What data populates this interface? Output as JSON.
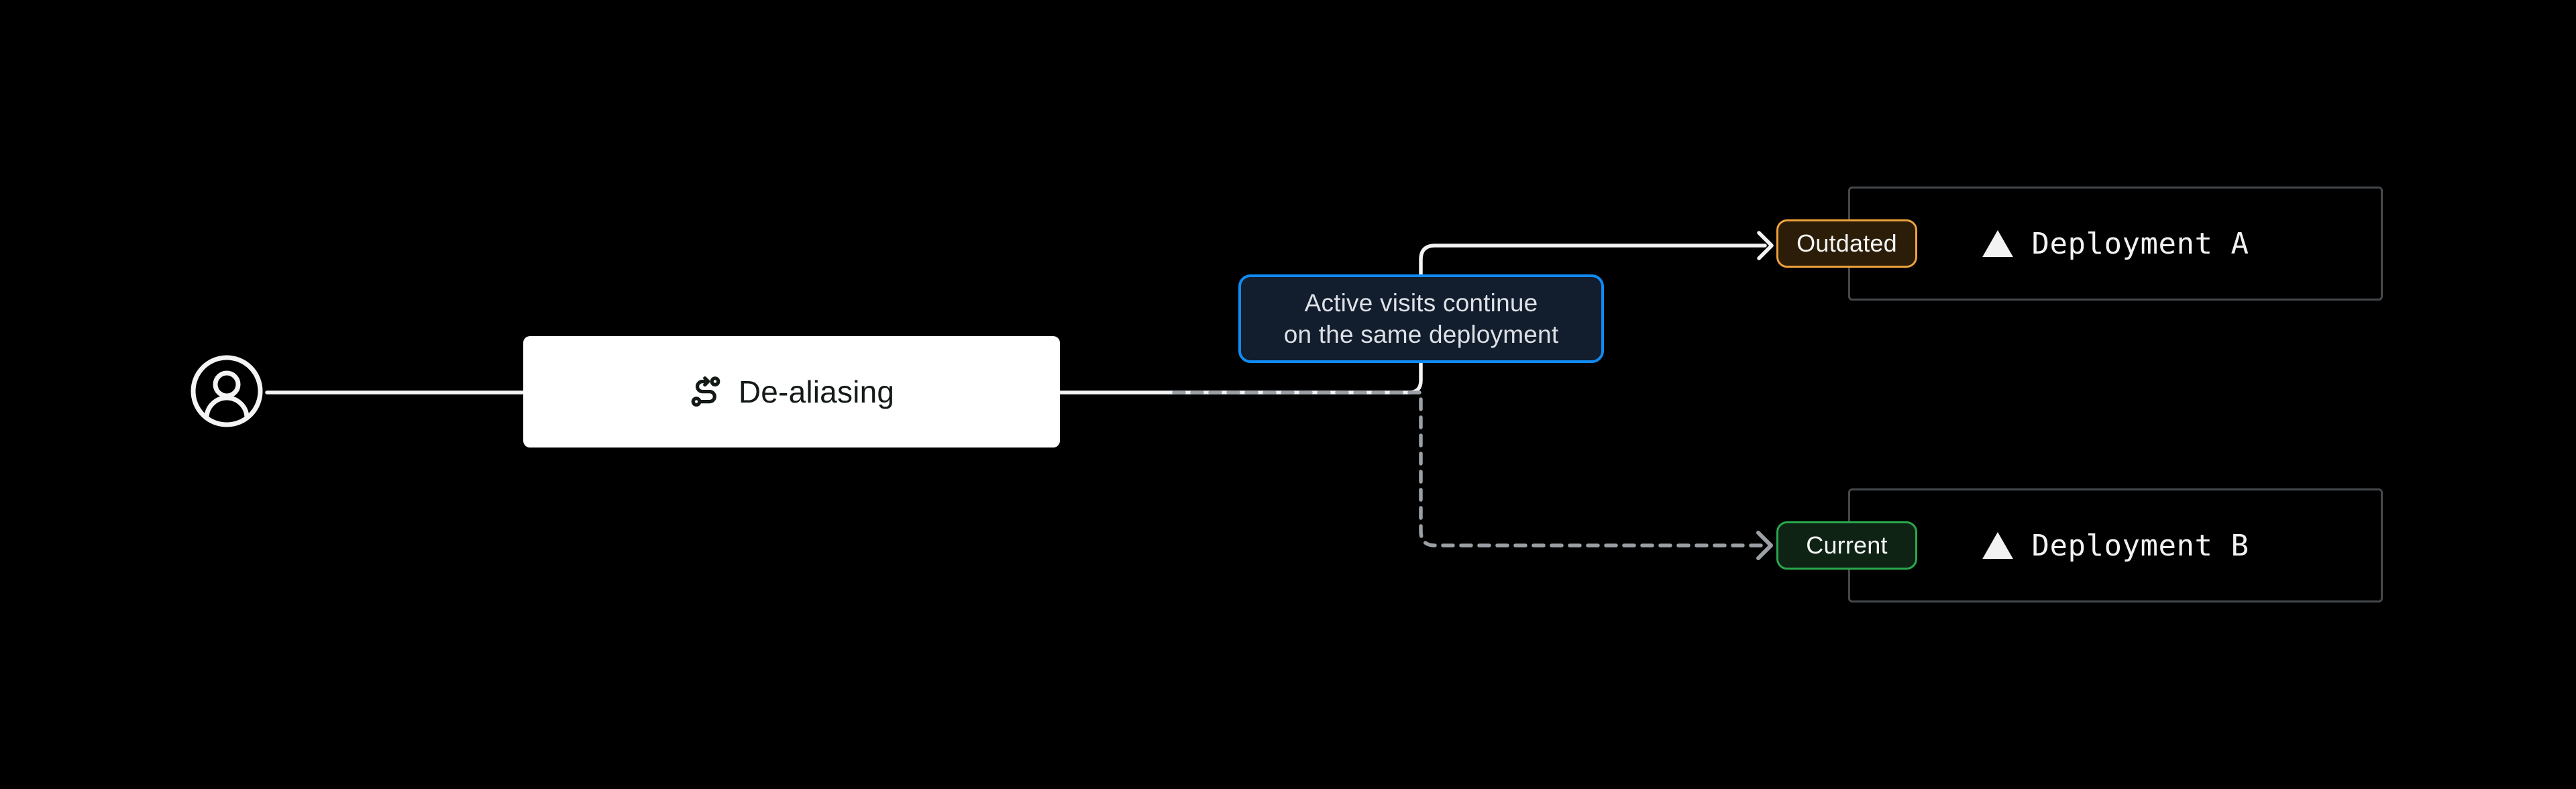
{
  "theme": {
    "page_bg": "#000000",
    "line_solid": "#f4f4f4",
    "line_dashed": "#9aa0a5",
    "process_bg": "#ffffff",
    "process_text": "#131a16",
    "tooltip_bg": "#121d2d",
    "tooltip_border": "#118af2",
    "tooltip_text": "#dde1e6",
    "badge_outdated_border": "#eea23c",
    "badge_outdated_bg": "#2b1d07",
    "badge_current_border": "#2aa84d",
    "badge_current_bg": "#0f2315",
    "badge_text": "#f5f5f5",
    "deploy_border": "#45494c",
    "deploy_bg": "#000000",
    "deploy_text": "#f2f2f2"
  },
  "process": {
    "label": "De-aliasing"
  },
  "tooltip": {
    "line1": "Active visits continue",
    "line2": "on the same deployment"
  },
  "branches": {
    "a": {
      "badge": "Outdated",
      "deployment": "Deployment A",
      "line_style": "solid"
    },
    "b": {
      "badge": "Current",
      "deployment": "Deployment B",
      "line_style": "dashed"
    }
  }
}
